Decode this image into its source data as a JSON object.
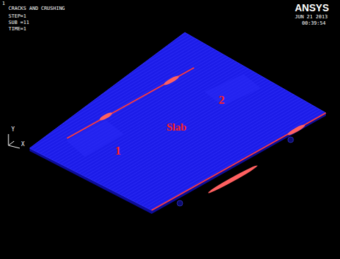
{
  "diagram": {
    "labels": [
      "1",
      "CRACKS AND CRUSHING",
      "STEP=1",
      "SUB =11",
      "TIME=1",
      "ANSYS",
      "JUN 21 2013",
      "00:39:54",
      "Y",
      "X",
      "Slab",
      "1",
      "2"
    ]
  }
}
